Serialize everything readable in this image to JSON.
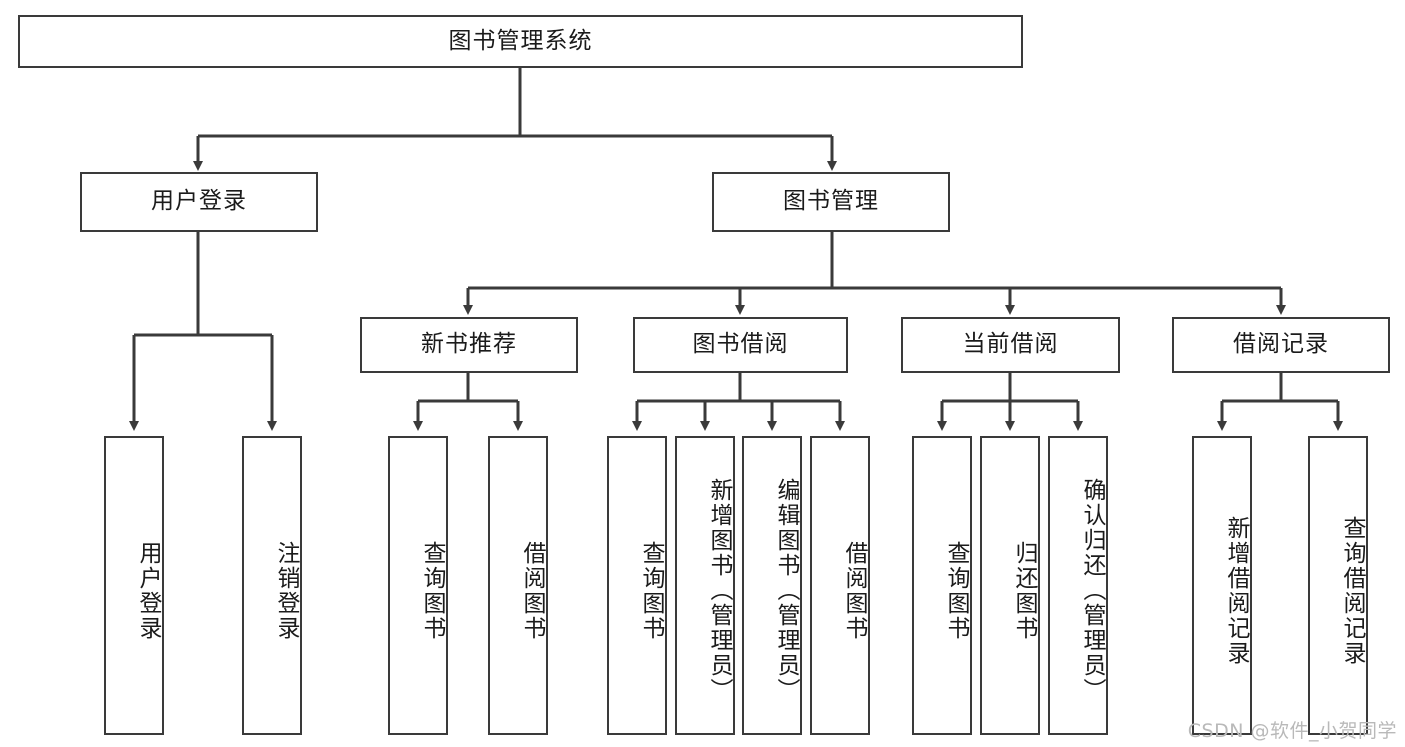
{
  "diagram": {
    "title": "图书管理系统",
    "orientation": "top-down-tree",
    "watermark": "CSDN @软件_小贺同学",
    "colors": {
      "background": "#ffffff",
      "box_border": "#3a3a3a",
      "box_fill": "#ffffff",
      "text": "#1b1b1b",
      "connector": "#3a3a3a",
      "watermark": "#b9b9b9"
    },
    "nodes": {
      "root": {
        "label": "图书管理系统"
      },
      "level2": [
        {
          "id": "user-login",
          "label": "用户登录"
        },
        {
          "id": "book-management",
          "label": "图书管理"
        }
      ],
      "level3": [
        {
          "id": "new-book-recommend",
          "label": "新书推荐"
        },
        {
          "id": "book-borrow",
          "label": "图书借阅"
        },
        {
          "id": "current-borrow",
          "label": "当前借阅"
        },
        {
          "id": "borrow-record",
          "label": "借阅记录"
        }
      ],
      "leaves": {
        "user_login": [
          {
            "id": "leaf-user-login",
            "label": "用户登录"
          },
          {
            "id": "leaf-logout-login",
            "label": "注销登录"
          }
        ],
        "new_book_recommend": [
          {
            "id": "leaf-query-book-1",
            "label": "查询图书"
          },
          {
            "id": "leaf-borrow-book-1",
            "label": "借阅图书"
          }
        ],
        "book_borrow": [
          {
            "id": "leaf-query-book-2",
            "label": "查询图书"
          },
          {
            "id": "leaf-add-book",
            "label": "新增图书（管理员）"
          },
          {
            "id": "leaf-edit-book",
            "label": "编辑图书（管理员）"
          },
          {
            "id": "leaf-borrow-book-2",
            "label": "借阅图书"
          }
        ],
        "current_borrow": [
          {
            "id": "leaf-query-book-3",
            "label": "查询图书"
          },
          {
            "id": "leaf-return-book",
            "label": "归还图书"
          },
          {
            "id": "leaf-confirm-return",
            "label": "确认归还（管理员）"
          }
        ],
        "borrow_record": [
          {
            "id": "leaf-add-record",
            "label": "新增借阅记录"
          },
          {
            "id": "leaf-query-record",
            "label": "查询借阅记录"
          }
        ]
      }
    }
  }
}
